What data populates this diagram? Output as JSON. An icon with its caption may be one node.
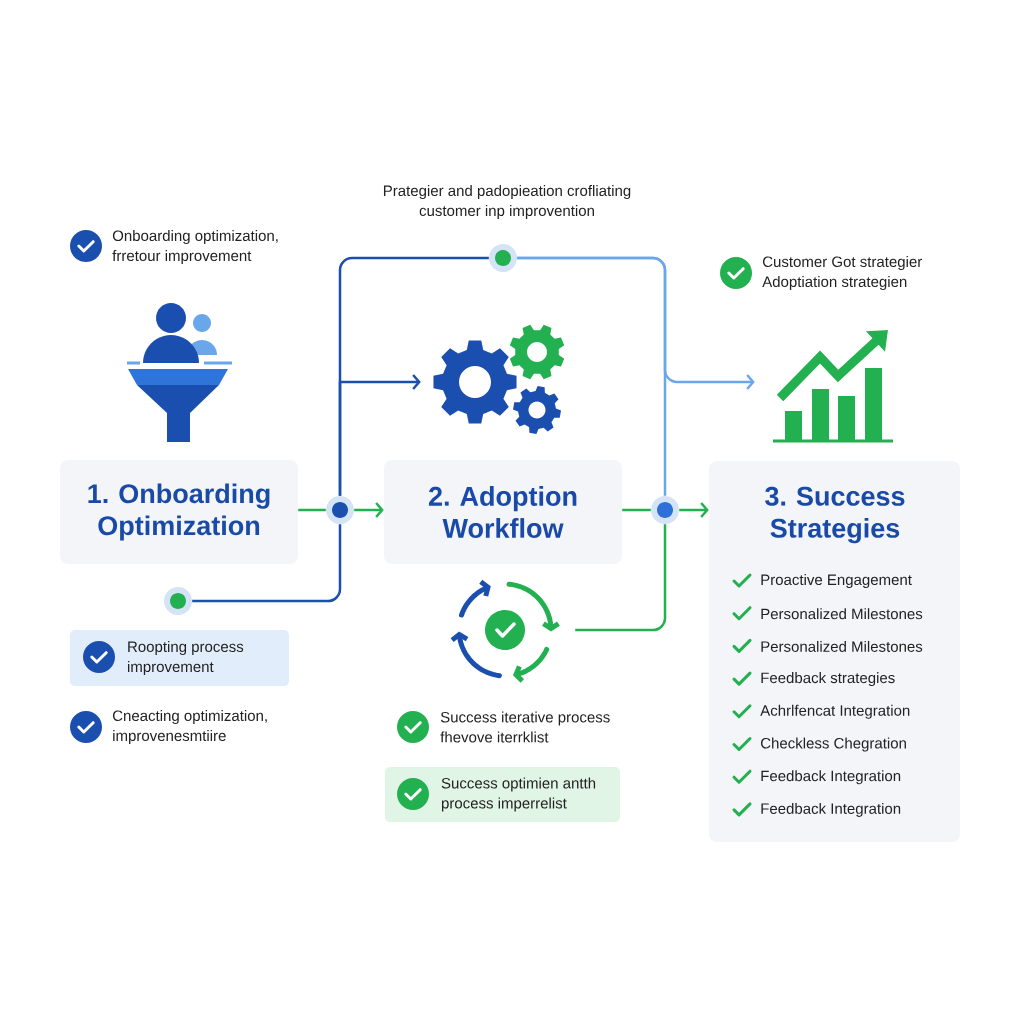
{
  "diagram": {
    "nodes": [
      {
        "text": [
          "1. Onboarding Optimization"
        ]
      },
      {
        "text": [
          "2. Adoption Workflow"
        ]
      },
      {
        "text": [
          "3. Success Strategies",
          "Proactive Engagement",
          "Personalized Milestones",
          "Personalized Milestones",
          "Feedback strategies",
          "Achrlfencat Integration",
          "Checkless Chegration",
          "Feedback Integration",
          "Feedback Integration"
        ]
      },
      {
        "text": [],
        "shape": "circle"
      },
      {
        "text": [],
        "shape": "circle"
      },
      {
        "text": [],
        "shape": "circle"
      },
      {
        "text": [],
        "shape": "circle"
      },
      {
        "text": [],
        "shape": "picture"
      },
      {
        "text": [],
        "shape": "picture"
      },
      {
        "text": [],
        "shape": "picture"
      },
      {
        "text": [],
        "shape": "picture"
      },
      {
        "text": [
          "Roopting process improvement"
        ]
      },
      {
        "text": [
          "Success optimien antth process imperrelist"
        ]
      }
    ],
    "edges": [
      {
        "from": 0,
        "to": 3,
        "arrow": "none"
      },
      {
        "from": 3,
        "to": 1,
        "arrow": "to"
      },
      {
        "from": 1,
        "to": 4,
        "arrow": "none"
      },
      {
        "from": 4,
        "to": 2,
        "arrow": "to"
      },
      {
        "from": 6,
        "to": 3,
        "arrow": "none",
        "color": "#1a4fb0"
      },
      {
        "from": 3,
        "to": 5,
        "arrow": "none",
        "color": "#1a4fb0"
      },
      {
        "from": 3,
        "to": 8,
        "arrow": "to",
        "color": "#1a4fb0"
      },
      {
        "from": 5,
        "to": 4,
        "arrow": "none",
        "color": "#6aa6ea"
      },
      {
        "from": 5,
        "to": 9,
        "arrow": "to",
        "color": "#6aa6ea"
      },
      {
        "from": 4,
        "to": 10,
        "arrow": "none"
      }
    ],
    "labels": [
      "Prategier and padopieation crofliating customer inp improvention",
      "Onboarding optimization, frretour improvement",
      "Customer Got strategier Adoptiation strategien",
      "Cneacting optimization, improvenesmtiire",
      "Success iterative process fhevove iterrklist"
    ]
  }
}
